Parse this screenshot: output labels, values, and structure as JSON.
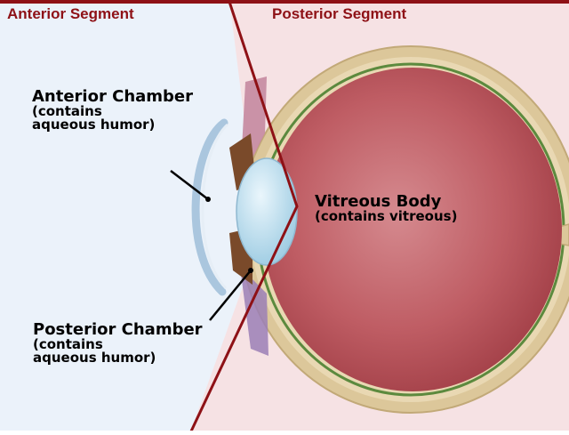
{
  "segments": {
    "anterior_title": "Anterior Segment",
    "posterior_title": "Posterior Segment"
  },
  "labels": {
    "anterior_chamber": {
      "name": "Anterior Chamber",
      "note_1": "(contains",
      "note_2": "aqueous humor)"
    },
    "vitreous_body": {
      "name": "Vitreous Body",
      "note": "(contains vitreous)"
    },
    "posterior_chamber": {
      "name": "Posterior Chamber",
      "note_1": "(contains",
      "note_2": "aqueous humor)"
    }
  },
  "colors": {
    "anterior_background": "#ebf2fa",
    "posterior_background": "#f6e2e4",
    "divider_and_title": "#8e1116",
    "vitreous": "#b8555c",
    "lens": "#c6e2f0"
  }
}
